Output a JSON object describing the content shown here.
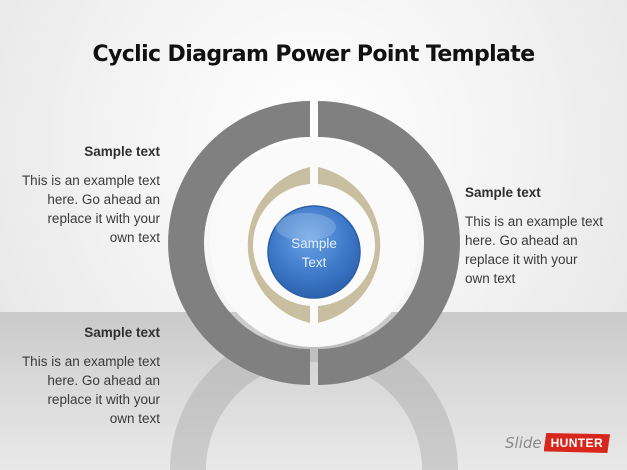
{
  "title": "Cyclic Diagram Power Point Template",
  "center": {
    "label_line1": "Sample",
    "label_line2": "Text"
  },
  "blocks": [
    {
      "heading": "Sample text",
      "line1": "This is an example text",
      "line2": "here. Go ahead an",
      "line3": "replace it with your",
      "line4": "own text"
    },
    {
      "heading": "Sample text",
      "line1": "This is an example text",
      "line2": "here. Go ahead an",
      "line3": "replace it with your",
      "line4": "own text"
    },
    {
      "heading": "Sample text",
      "line1": "This is an example text",
      "line2": "here. Go ahead an",
      "line3": "replace it with your",
      "line4": "own text"
    }
  ],
  "logo": {
    "word1": "Slide",
    "word2": "HUNTER"
  },
  "colors": {
    "outer_ring": "#808080",
    "inner_ring": "#c8bfa0",
    "center_circle": "#3d78c8",
    "logo_red": "#d9261c"
  }
}
